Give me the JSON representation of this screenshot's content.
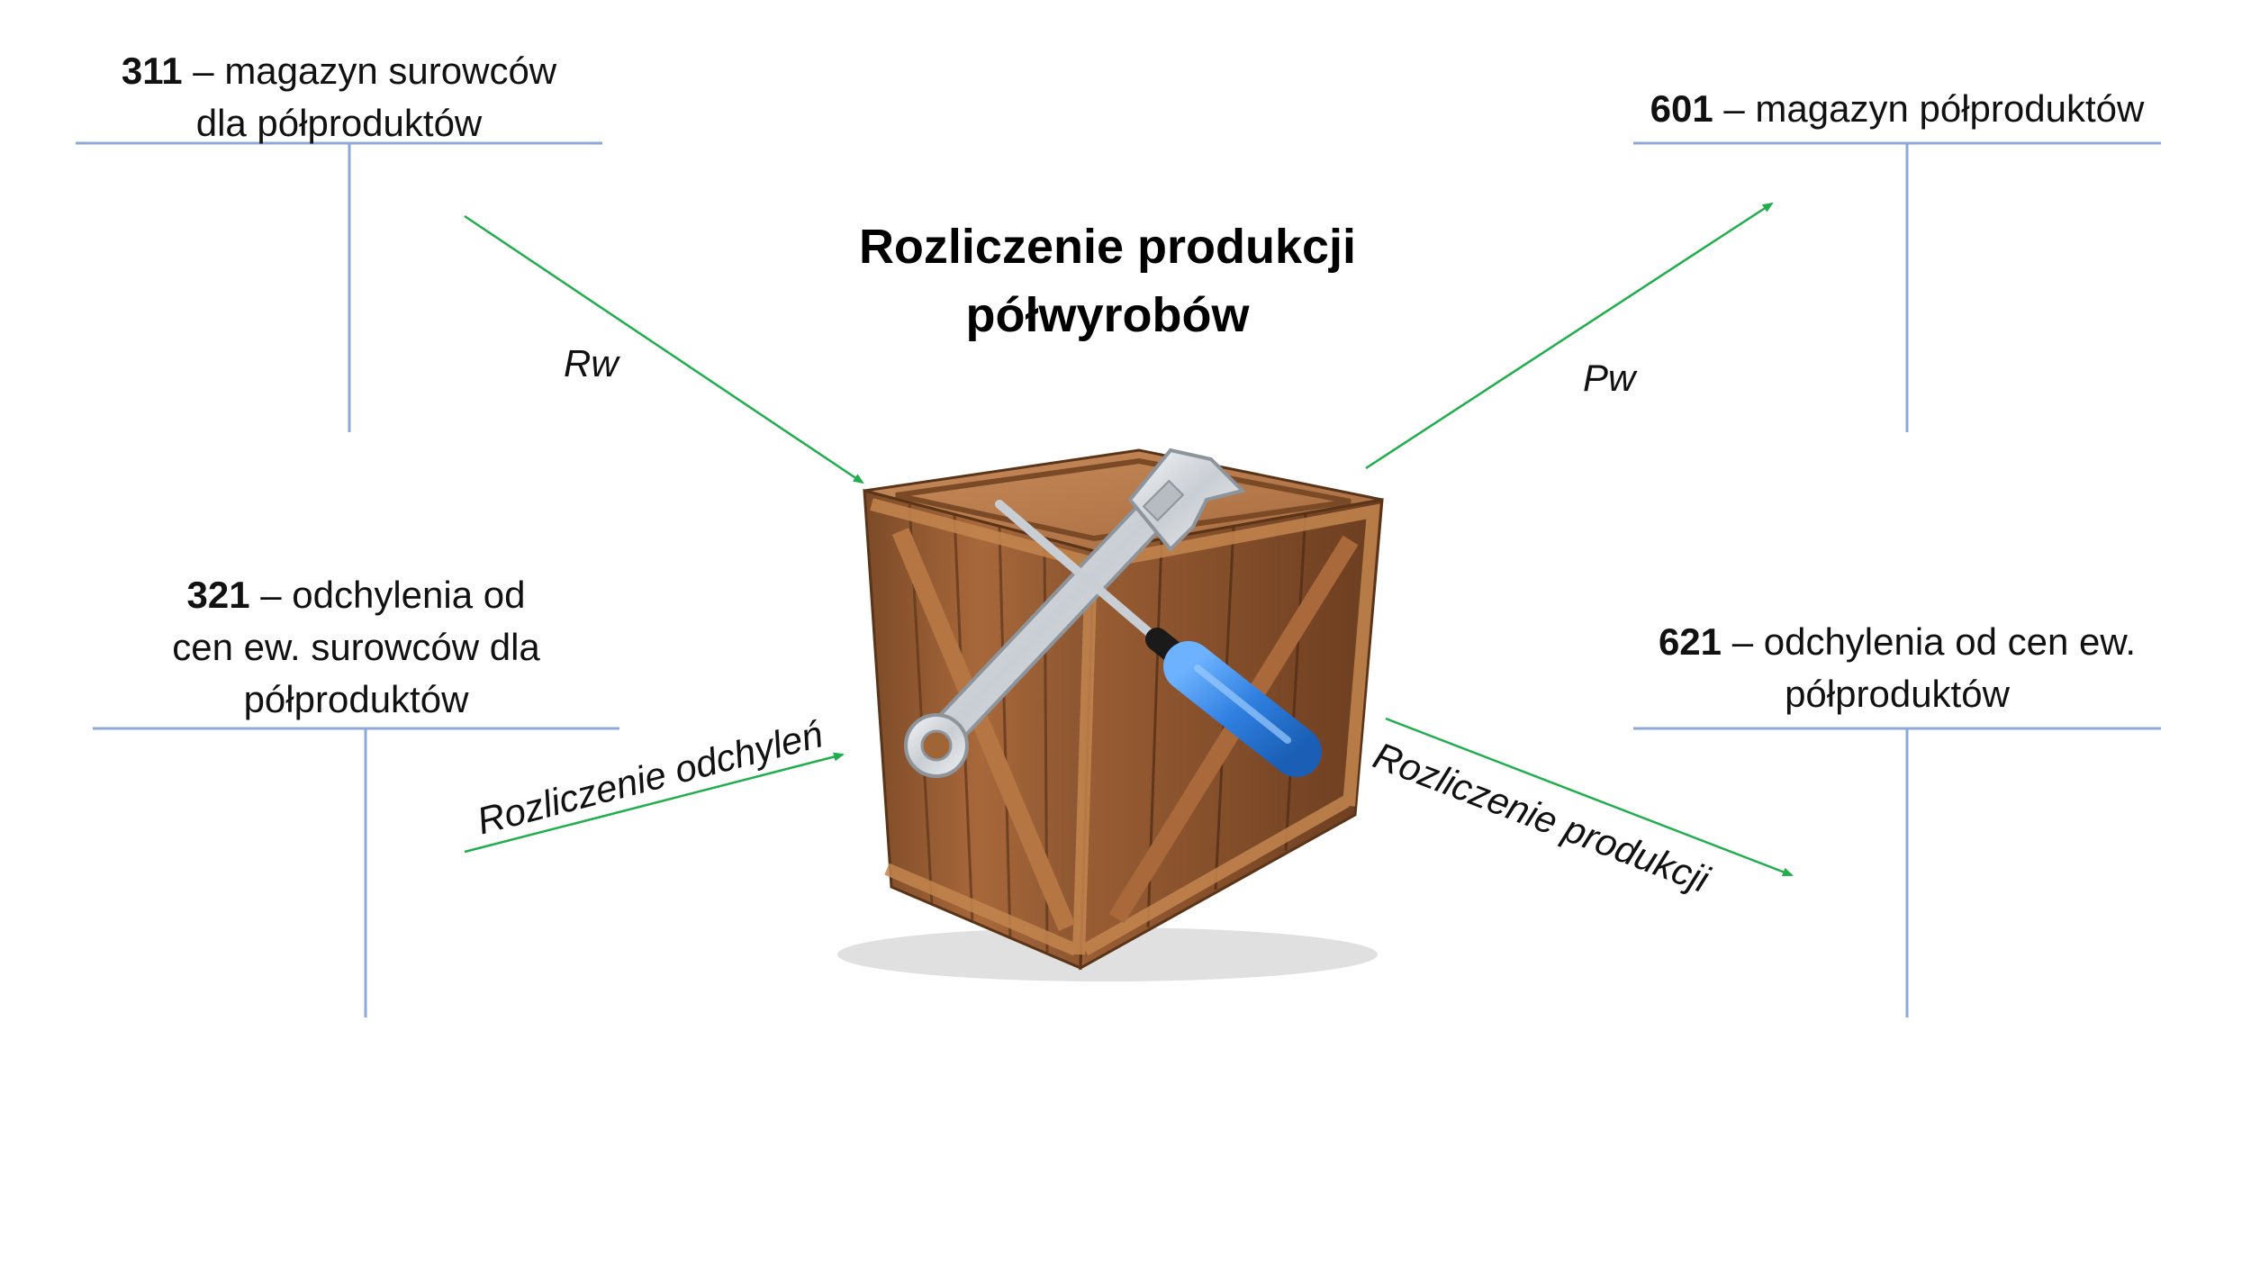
{
  "title": {
    "line1": "Rozliczenie produkcji",
    "line2": "półwyrobów"
  },
  "accounts": {
    "a311": {
      "number": "311",
      "line1": "– magazyn surowców",
      "line2": "dla półproduktów"
    },
    "a321": {
      "number": "321",
      "line1": "– odchylenia od",
      "line2": "cen ew. surowców dla",
      "line3": "półproduktów"
    },
    "a601": {
      "number": "601",
      "line1": "– magazyn półproduktów"
    },
    "a621": {
      "number": "621",
      "line1": "– odchylenia od cen ew.",
      "line2": "półproduktów"
    }
  },
  "flows": {
    "rw": "Rw",
    "pw": "Pw",
    "deviations": "Rozliczenie odchyleń",
    "production": "Rozliczenie produkcji"
  },
  "colors": {
    "t_account_line": "#8ea9d8",
    "arrow": "#1fae4b",
    "crate_wood": "#a8683a",
    "wrench_metal": "#d9dde2",
    "screwdriver_handle": "#2f7fe0"
  },
  "illustration": {
    "icon": "crate-with-tools-icon"
  }
}
